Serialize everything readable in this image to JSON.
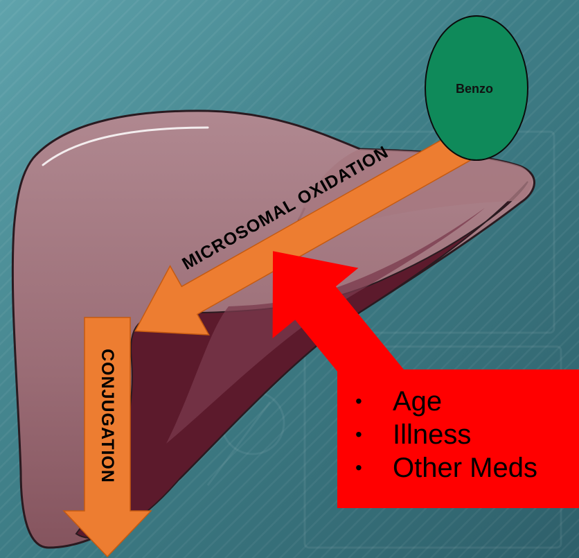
{
  "diagram": {
    "benzo_label": "Benzo",
    "pathway": {
      "step1": "MICROSOMAL OXIDATION",
      "step2": "CONJUGATION"
    },
    "factors": [
      "Age",
      "Illness",
      "Other Meds"
    ],
    "colors": {
      "background_dark": "#2b5f66",
      "background_light": "#6aa9b4",
      "liver_light": "#a87c84",
      "liver_mid": "#8d5f68",
      "liver_dark": "#5c1a2c",
      "benzo_fill": "#0f8a5a",
      "pathway_arrow": "#ed7d31",
      "factor_arrow": "#ff0000"
    }
  }
}
